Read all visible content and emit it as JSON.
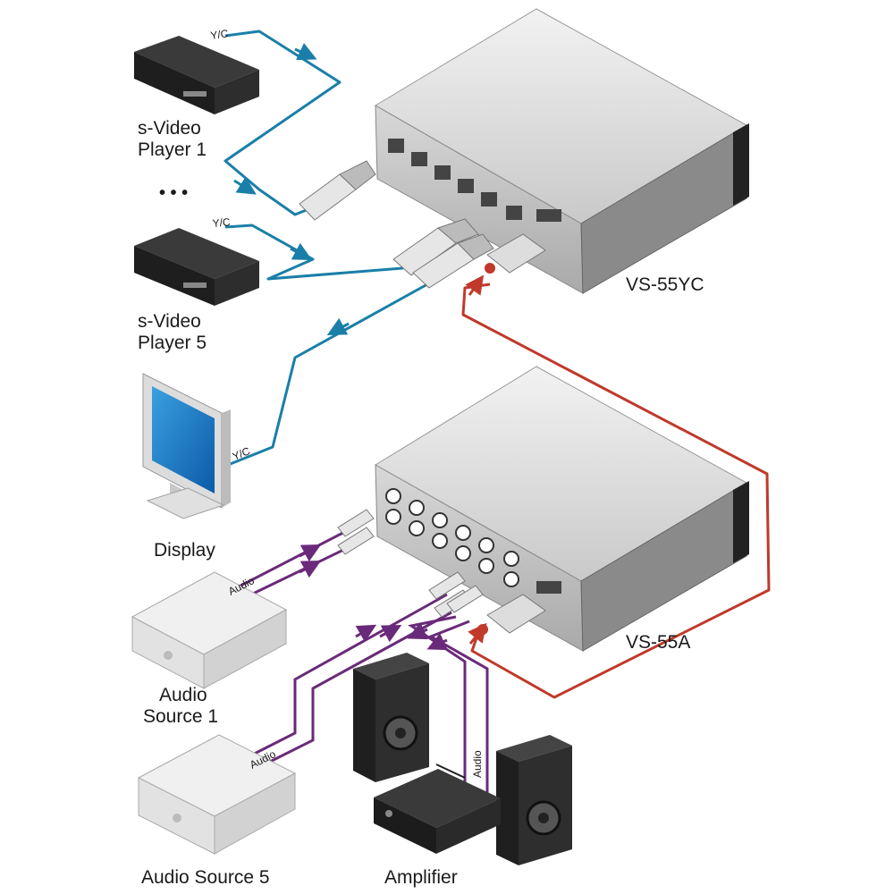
{
  "labels": {
    "svideo_player_1": [
      "s-Video",
      "Player 1"
    ],
    "ellipsis": "• • •",
    "svideo_player_5": [
      "s-Video",
      "Player 5"
    ],
    "display": "Display",
    "audio_source_1": [
      "Audio",
      "Source 1"
    ],
    "audio_source_5": "Audio Source 5",
    "amplifier": "Amplifier",
    "vs55yc": "VS-55YC",
    "vs55a": "VS-55A"
  },
  "cable_labels": {
    "yc_player1": "Y/C",
    "yc_player5": "Y/C",
    "yc_display": "Y/C",
    "audio_source1": "Audio",
    "audio_source5": "Audio",
    "audio_amplifier": "Audio"
  },
  "colors": {
    "yc_cable": "#1a7fa8",
    "audio_cable": "#6a2a7a",
    "control_cable": "#c0392b",
    "device_body": "#d9d9d9",
    "device_dark": "#2b2b2b"
  }
}
